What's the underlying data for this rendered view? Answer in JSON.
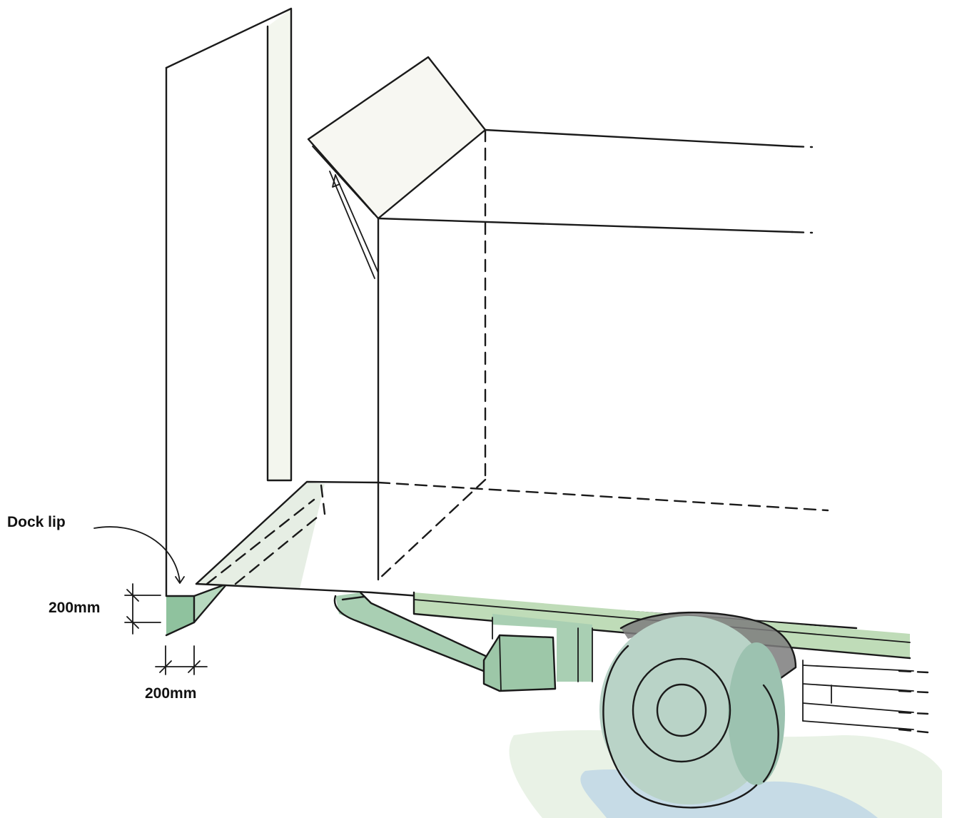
{
  "labels": {
    "dock_lip": "Dock lip",
    "height_dim": "200mm",
    "width_dim": "200mm"
  },
  "colors": {
    "green_wash": "#a9cfb3",
    "green_dark": "#7fb394",
    "grey_fender": "#7d7d7d",
    "blue_ground": "#a9c9e6",
    "panel_tint": "#f3f6ee"
  }
}
